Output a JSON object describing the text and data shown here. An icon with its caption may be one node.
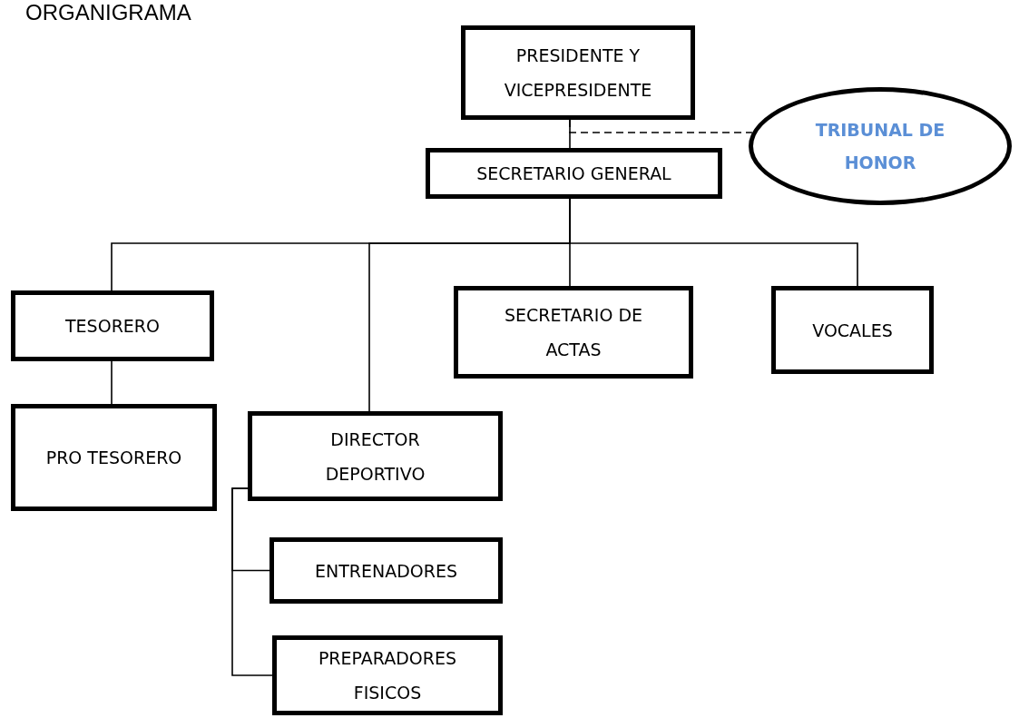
{
  "diagram": {
    "title": "ORGANIGRAMA",
    "nodes": [
      {
        "text": [
          "PRESIDENTE Y VICEPRESIDENTE"
        ]
      },
      {
        "text": [
          "SECRETARIO GENERAL"
        ]
      },
      {
        "text": [
          "TRIBUNAL DE HONOR"
        ]
      },
      {
        "text": [
          "TESORERO"
        ]
      },
      {
        "text": [
          "SECRETARIO DE ACTAS"
        ]
      },
      {
        "text": [
          "VOCALES"
        ]
      },
      {
        "text": [
          "PRO TESORERO"
        ]
      },
      {
        "text": [
          "DIRECTOR DEPORTIVO"
        ]
      },
      {
        "text": [
          "ENTRENADORES"
        ]
      },
      {
        "text": [
          "PREPARADORES FISICOS"
        ]
      }
    ],
    "edges": [
      {
        "from": 0,
        "to": 1,
        "arrow": "none"
      },
      {
        "from": 0,
        "to": 2,
        "arrow": "none",
        "style": "dashed"
      },
      {
        "from": 1,
        "to": 3,
        "arrow": "none"
      },
      {
        "from": 1,
        "to": 7,
        "arrow": "none"
      },
      {
        "from": 1,
        "to": 4,
        "arrow": "none"
      },
      {
        "from": 1,
        "to": 5,
        "arrow": "none"
      },
      {
        "from": 3,
        "to": 6,
        "arrow": "none"
      },
      {
        "from": 7,
        "to": 8,
        "arrow": "none"
      },
      {
        "from": 7,
        "to": 9,
        "arrow": "none"
      }
    ]
  }
}
